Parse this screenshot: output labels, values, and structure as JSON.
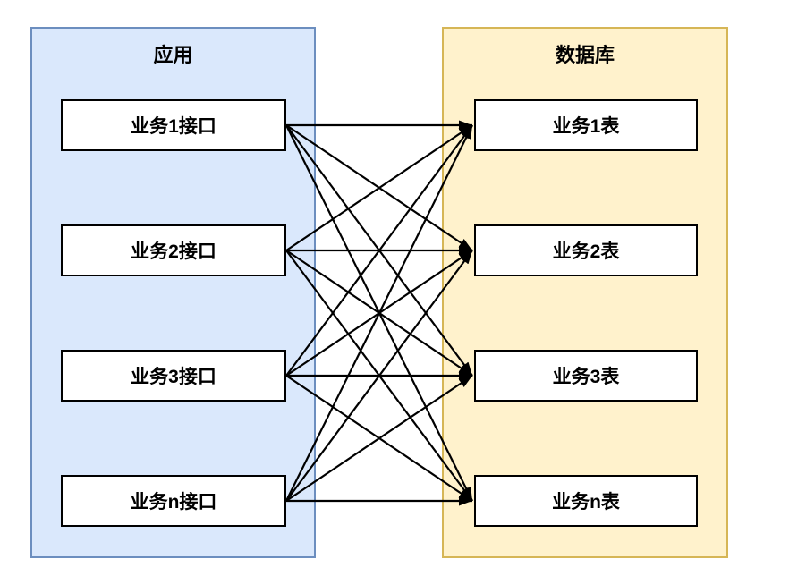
{
  "diagram": {
    "left_panel": {
      "title": "应用",
      "nodes": [
        {
          "label": "业务1接口"
        },
        {
          "label": "业务2接口"
        },
        {
          "label": "业务3接口"
        },
        {
          "label": "业务n接口"
        }
      ]
    },
    "right_panel": {
      "title": "数据库",
      "nodes": [
        {
          "label": "业务1表"
        },
        {
          "label": "业务2表"
        },
        {
          "label": "业务3表"
        },
        {
          "label": "业务n表"
        }
      ]
    },
    "edges": [
      {
        "from": 0,
        "to": 0
      },
      {
        "from": 0,
        "to": 1
      },
      {
        "from": 0,
        "to": 2
      },
      {
        "from": 0,
        "to": 3
      },
      {
        "from": 1,
        "to": 0
      },
      {
        "from": 1,
        "to": 1
      },
      {
        "from": 1,
        "to": 2
      },
      {
        "from": 1,
        "to": 3
      },
      {
        "from": 2,
        "to": 0
      },
      {
        "from": 2,
        "to": 1
      },
      {
        "from": 2,
        "to": 2
      },
      {
        "from": 2,
        "to": 3
      },
      {
        "from": 3,
        "to": 0
      },
      {
        "from": 3,
        "to": 1
      },
      {
        "from": 3,
        "to": 2
      },
      {
        "from": 3,
        "to": 3
      }
    ],
    "colors": {
      "left_panel_fill": "#dae8fc",
      "left_panel_border": "#6c8ebf",
      "right_panel_fill": "#fff2cc",
      "right_panel_border": "#d6b656",
      "node_fill": "#ffffff",
      "node_border": "#000000",
      "edge_color": "#000000"
    }
  }
}
